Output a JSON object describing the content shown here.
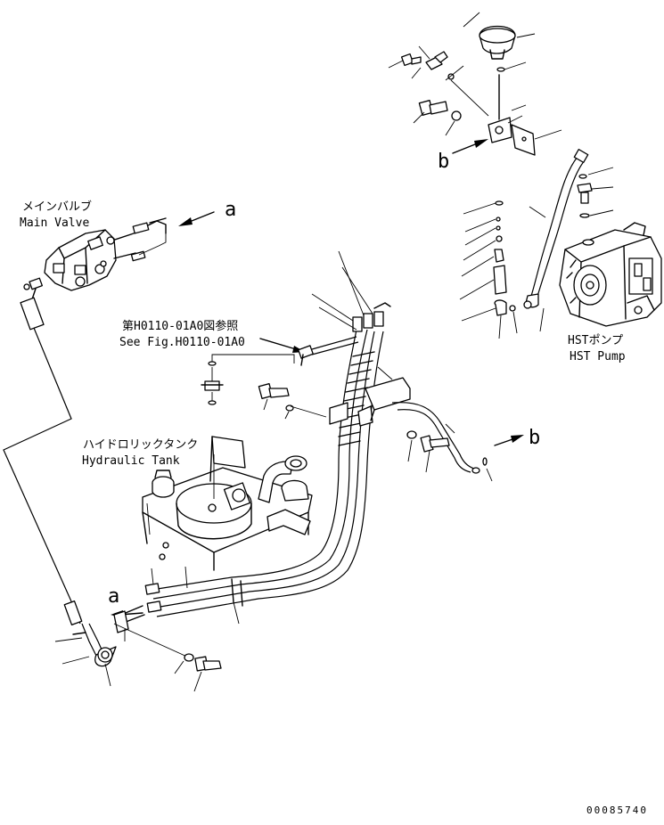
{
  "labels": {
    "main_valve_jp": "メインバルブ",
    "main_valve_en": "Main Valve",
    "see_fig_jp": "第H0110-01A0図参照",
    "see_fig_en": "See Fig.H0110-01A0",
    "hydraulic_tank_jp": "ハイドロリックタンク",
    "hydraulic_tank_en": "Hydraulic Tank",
    "hst_pump_jp": "HSTポンプ",
    "hst_pump_en": "HST Pump",
    "ref_a": "a",
    "ref_b": "b",
    "drawing_number": "00085740"
  }
}
